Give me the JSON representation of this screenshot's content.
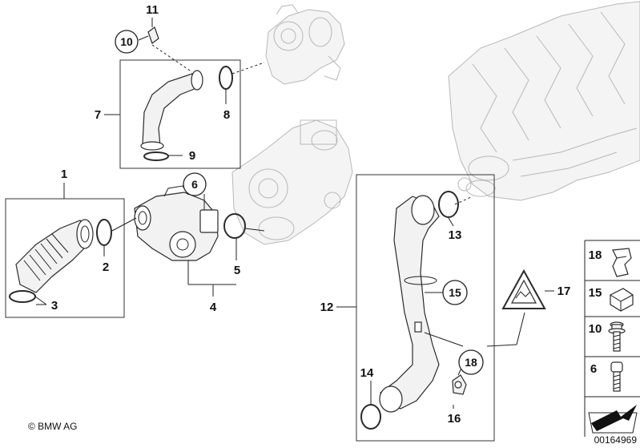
{
  "callouts": {
    "c1": "1",
    "c2": "2",
    "c3": "3",
    "c4": "4",
    "c5": "5",
    "c6": "6",
    "c7": "7",
    "c8": "8",
    "c9": "9",
    "c10": "10",
    "c11": "11",
    "c12": "12",
    "c13": "13",
    "c14": "14",
    "c15": "15",
    "c16": "16",
    "c17": "17",
    "c18": "18"
  },
  "legend": [
    {
      "number": "18",
      "icon": "clip-icon"
    },
    {
      "number": "15",
      "icon": "clamp-nut-icon"
    },
    {
      "number": "10",
      "icon": "flange-bolt-icon"
    },
    {
      "number": "6",
      "icon": "socket-screw-icon"
    }
  ],
  "footer": {
    "copyright": "© BMW AG",
    "diagram_number": "00164969"
  }
}
